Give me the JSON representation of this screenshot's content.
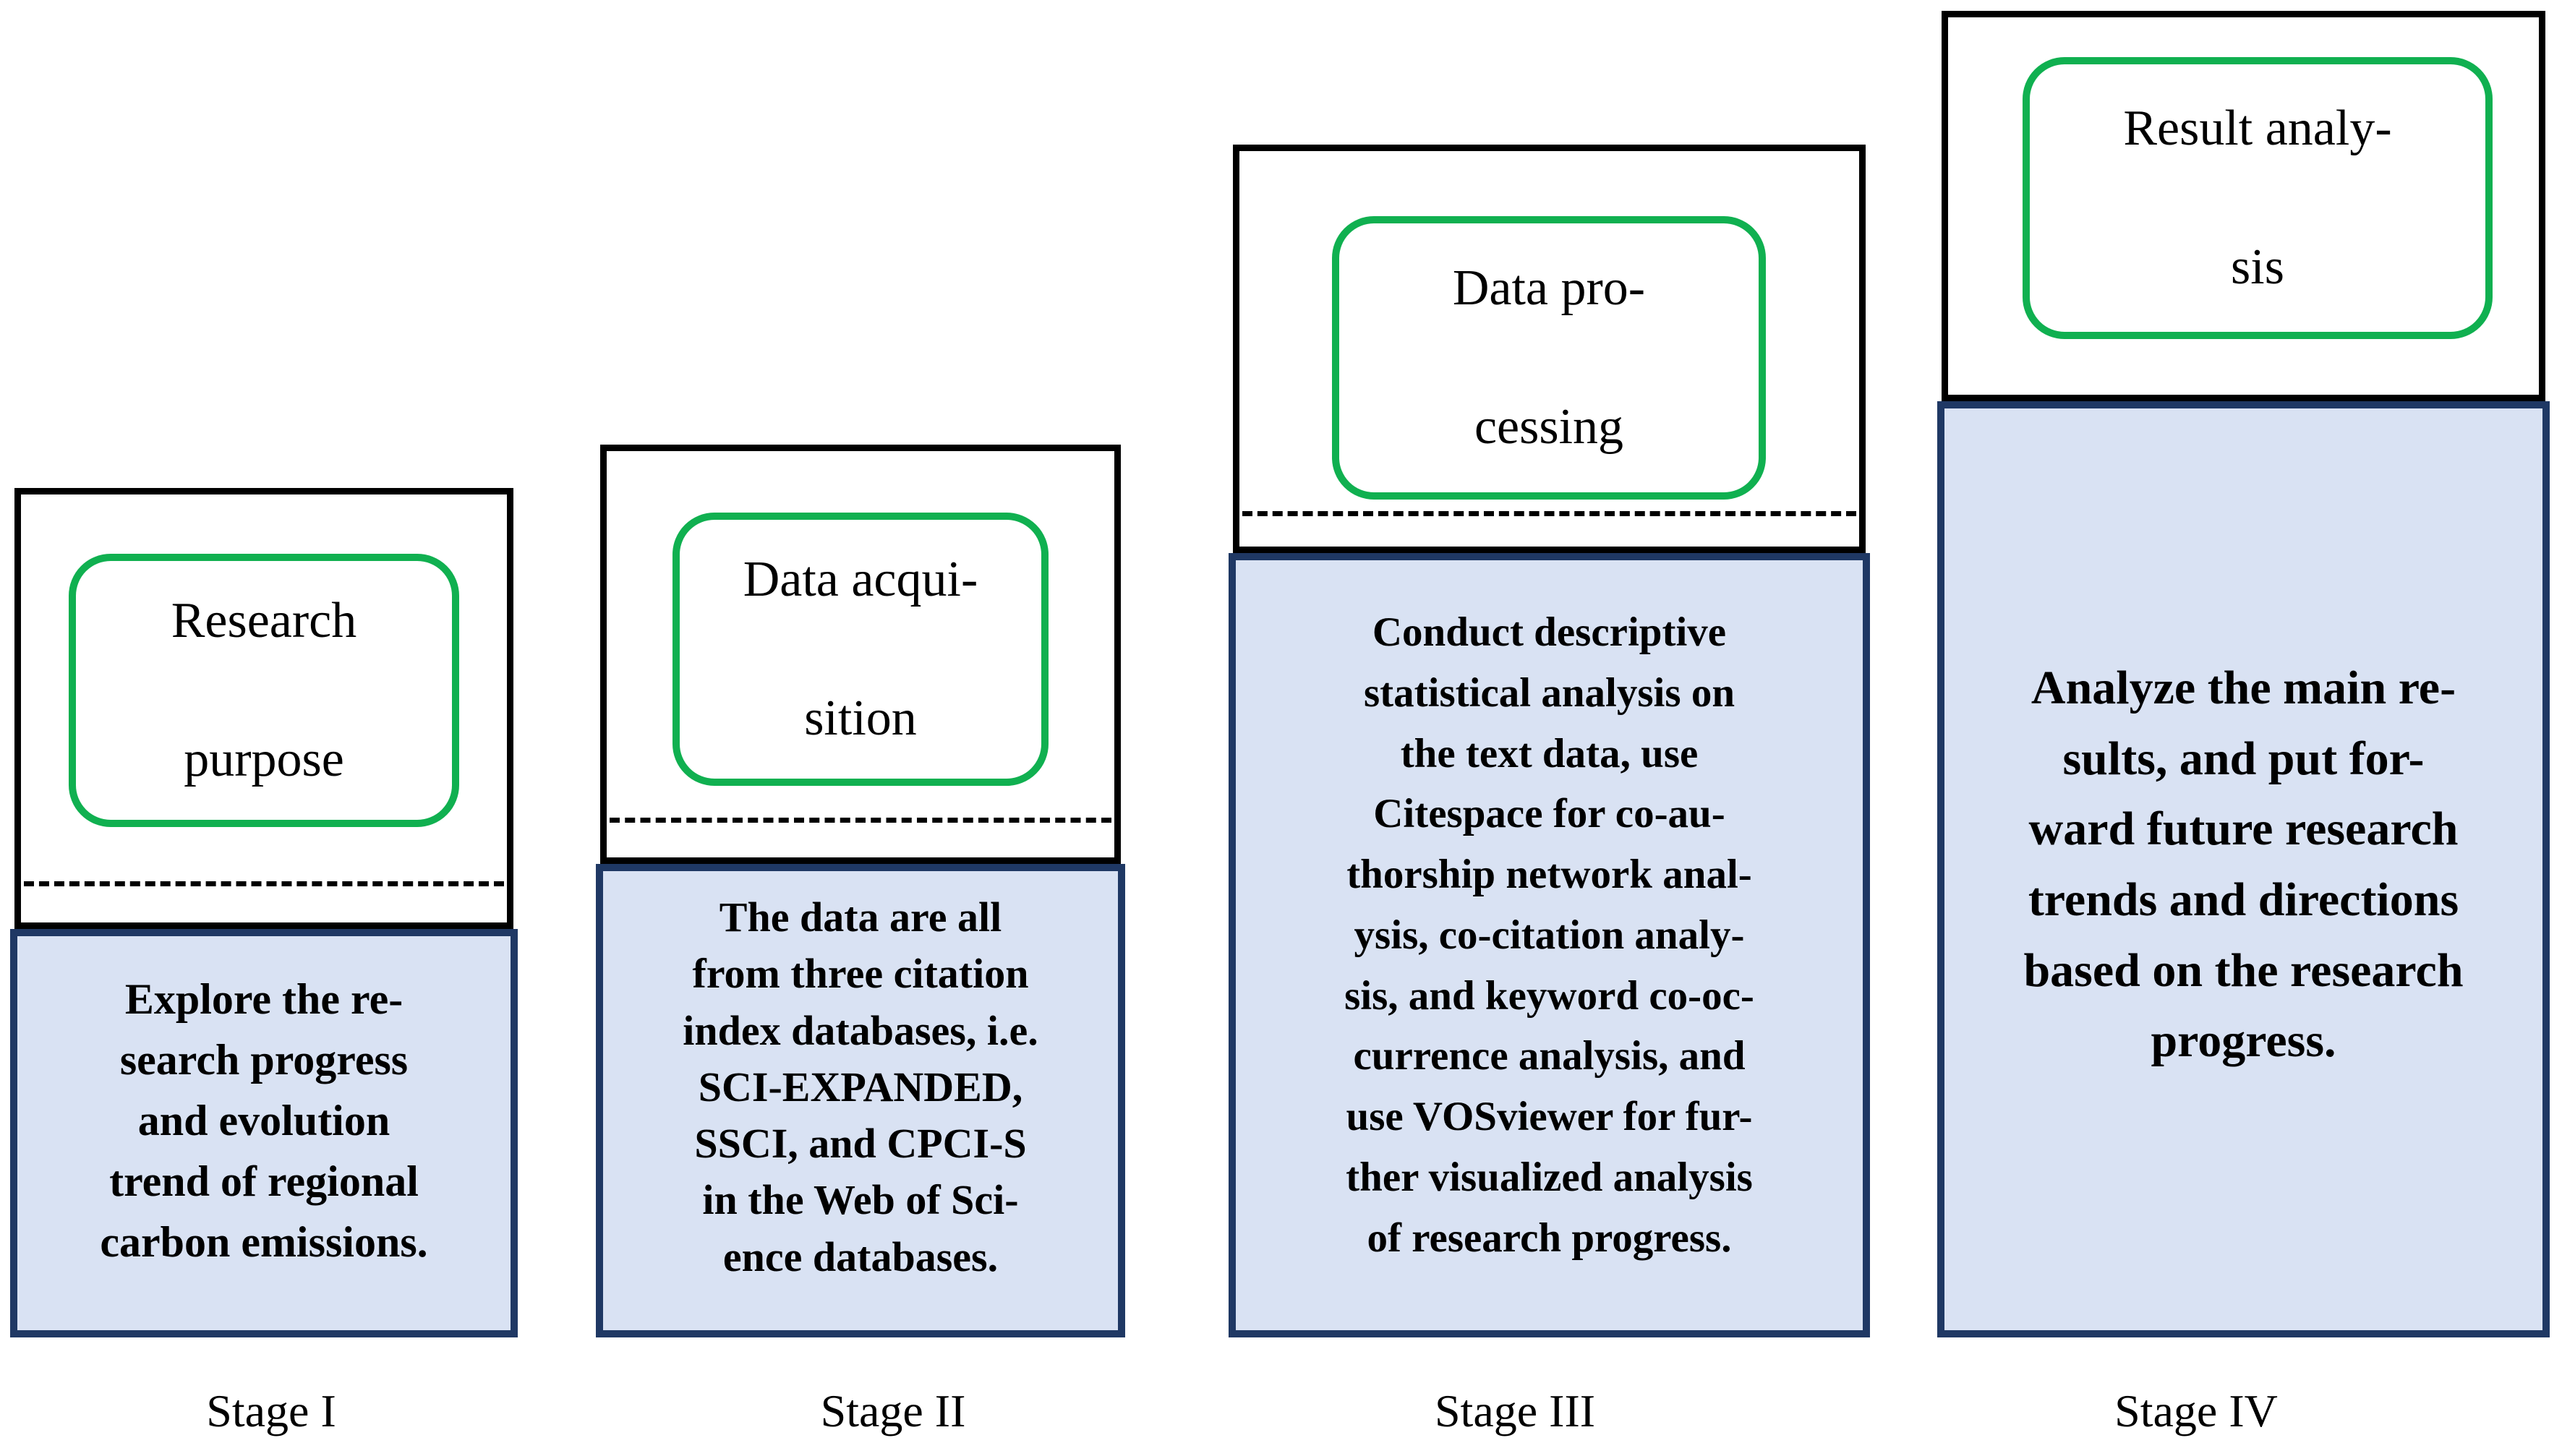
{
  "figure": {
    "description": "Four-step staircase flow diagram of a bibliometric research methodology"
  },
  "colors": {
    "green_border": "#10b050",
    "navy_border": "#1f3864",
    "blue_fill": "#d9e2f3",
    "box_border": "#000000",
    "text": "#000000",
    "background": "#ffffff"
  },
  "stages": [
    {
      "label": "Stage I",
      "title_lines": [
        "Research",
        "purpose"
      ],
      "body_lines": [
        "Explore the re-",
        "search progress",
        "and evolution",
        "trend of regional",
        "carbon emissions."
      ]
    },
    {
      "label": "Stage II",
      "title_lines": [
        "Data acqui-",
        "sition"
      ],
      "body_lines": [
        "The data are all",
        "from three citation",
        "index databases, i.e.",
        "SCI-EXPANDED,",
        "SSCI, and CPCI-S",
        "in the Web of Sci-",
        "ence databases."
      ]
    },
    {
      "label": "Stage III",
      "title_lines": [
        "Data pro-",
        "cessing"
      ],
      "body_lines": [
        "Conduct descriptive",
        "statistical analysis on",
        "the text data, use",
        "Citespace for co-au-",
        "thorship network anal-",
        "ysis, co-citation analy-",
        "sis, and keyword co-oc-",
        "currence analysis, and",
        "use VOSviewer for fur-",
        "ther visualized analysis",
        "of research progress."
      ]
    },
    {
      "label": "Stage IV",
      "title_lines": [
        "Result analy-",
        "sis"
      ],
      "body_lines": [
        "Analyze the main re-",
        "sults, and put for-",
        "ward future research",
        "trends and directions",
        "based on the research",
        "progress."
      ]
    }
  ]
}
